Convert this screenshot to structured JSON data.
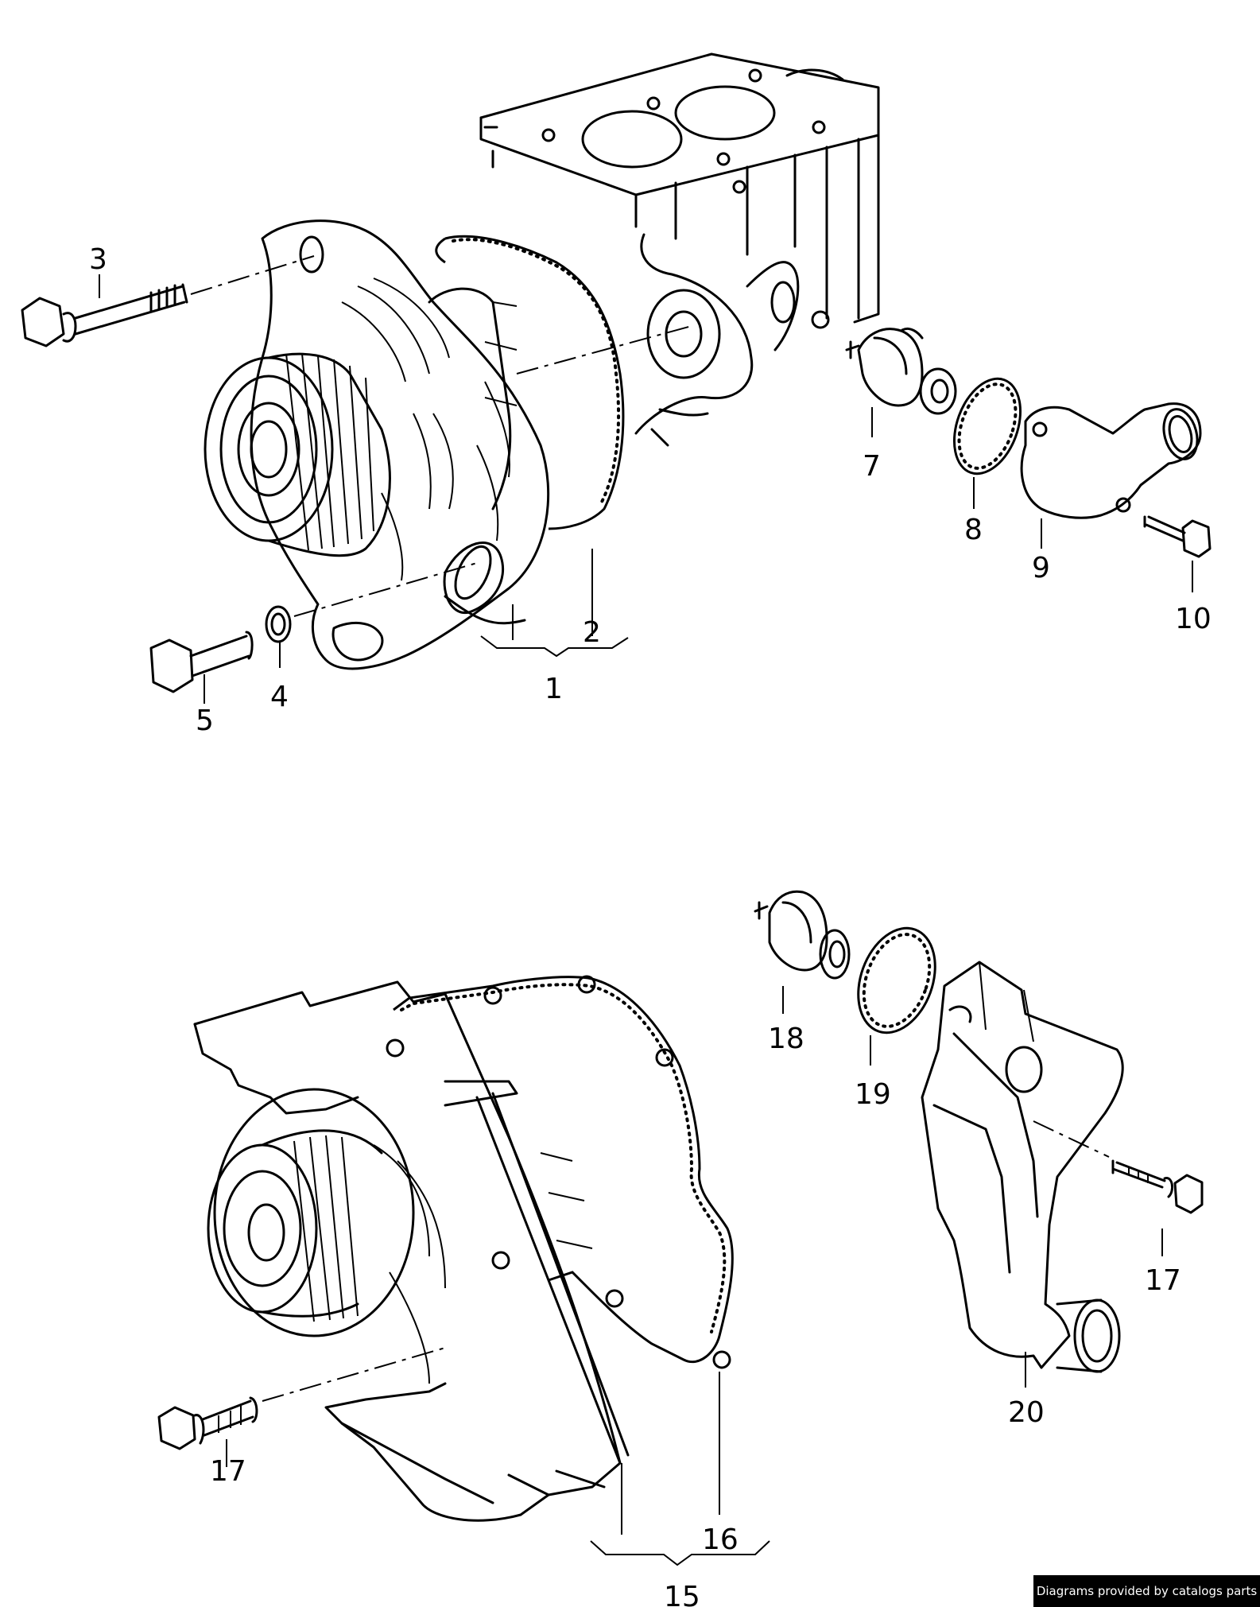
{
  "callouts": {
    "c1": "1",
    "c2": "2",
    "c3": "3",
    "c4": "4",
    "c5": "5",
    "c7": "7",
    "c8": "8",
    "c9": "9",
    "c10": "10",
    "c15": "15",
    "c16": "16",
    "c17a": "17",
    "c17b": "17",
    "c18": "18",
    "c19": "19",
    "c20": "20"
  },
  "footer": {
    "credit": "Diagrams provided by catalogs parts"
  }
}
